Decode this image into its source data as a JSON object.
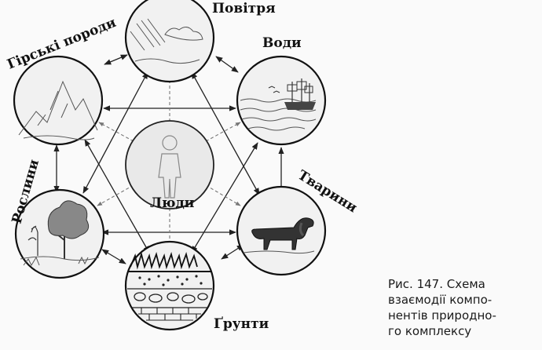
{
  "nodes": {
    "air": {
      "label": "Повітря"
    },
    "water": {
      "label": "Води"
    },
    "rocks": {
      "label": "Гірські породи"
    },
    "animals": {
      "label": "Тварини"
    },
    "plants": {
      "label": "Рослини"
    },
    "soils": {
      "label": "Ґрунти"
    },
    "people": {
      "label": "Люди"
    }
  },
  "caption": {
    "lines": [
      "Рис. 147. Схема",
      "взаємодії компо-",
      "нентів природно-",
      "го комплексу"
    ]
  }
}
